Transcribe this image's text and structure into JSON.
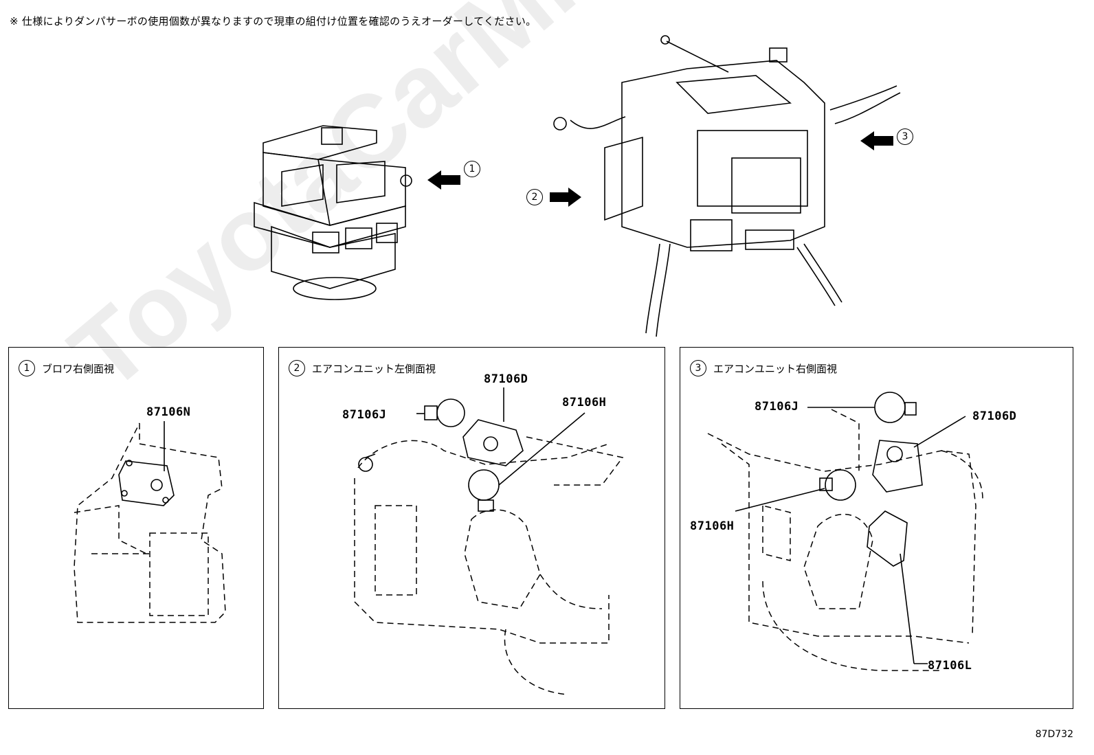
{
  "note": "※ 仕様によりダンパサーボの使用個数が異なりますので現車の組付け位置を確認のうえオーダーしてください。",
  "watermark": "ToyotaCarMine.ru",
  "callouts": [
    {
      "num": "1"
    },
    {
      "num": "2"
    },
    {
      "num": "3"
    }
  ],
  "panels": [
    {
      "num": "1",
      "title": "ブロワ右側面視",
      "parts": [
        "87106N"
      ]
    },
    {
      "num": "2",
      "title": "エアコンユニット左側面視",
      "parts": [
        "87106D",
        "87106J",
        "87106H"
      ]
    },
    {
      "num": "3",
      "title": "エアコンユニット右側面視",
      "parts": [
        "87106J",
        "87106D",
        "87106H",
        "87106L"
      ]
    }
  ],
  "code": "87D732",
  "icons": [
    "arrow-icon",
    "blower-unit-drawing",
    "ac-unit-drawing",
    "damper-servo-icon"
  ]
}
